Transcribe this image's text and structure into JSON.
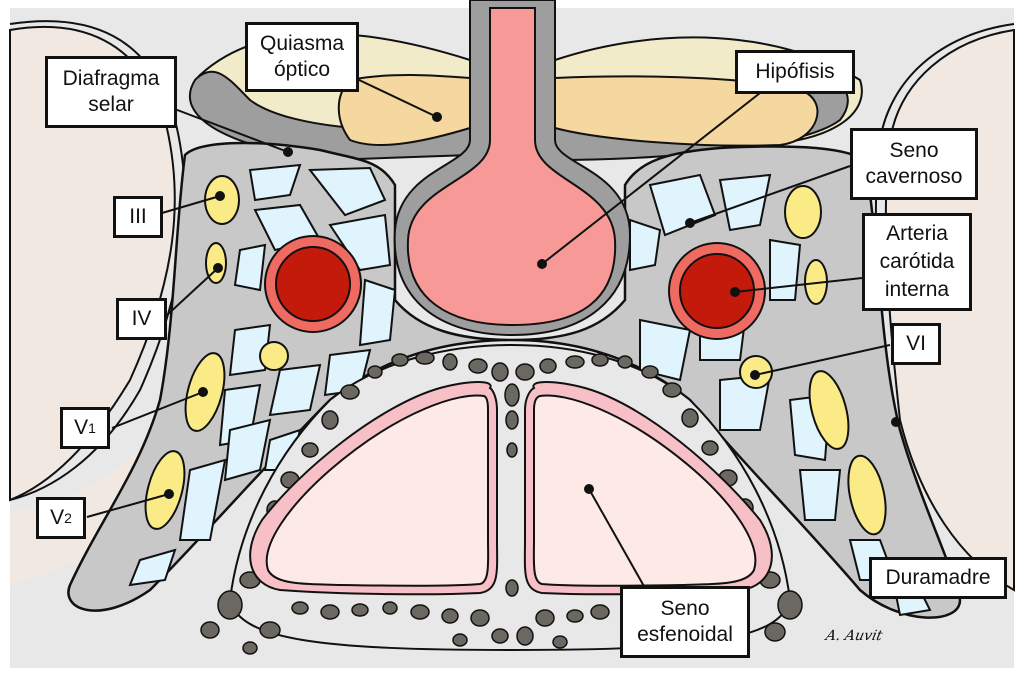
{
  "figure": {
    "title": "Seno cavernoso - corte coronal",
    "labels": {
      "quiasma_optico": "Quiasma\nóptico",
      "diafragma_selar": "Diafragma\nselar",
      "hipofisis": "Hipófisis",
      "seno_cavernoso": "Seno\ncavernoso",
      "arteria_carotida_interna": "Arteria\ncarótida\ninterna",
      "nervio_iii": "III",
      "nervio_iv": "IV",
      "nervio_v1_main": "V",
      "nervio_v1_sub": "1",
      "nervio_v2_main": "V",
      "nervio_v2_sub": "2",
      "nervio_vi": "VI",
      "duramadre": "Duramadre",
      "seno_esfenoidal": "Seno\nesfenoidal"
    },
    "signature": "A. Auvit"
  },
  "colors": {
    "background": "#e8e8e8",
    "brain": "#f2e8e2",
    "dura": "#c8c8c8",
    "dura_dark": "#9e9e9e",
    "venous": "#dff4fc",
    "nerve": "#faeb87",
    "artery_wall": "#ef6a60",
    "artery_lumen": "#c41a0c",
    "pituitary": "#f79a97",
    "chiasm": "#f5d7a0",
    "chiasm_outer": "#f2ebc9",
    "sinus": "#fdeae6",
    "sinus_mucosa": "#f7bfc6",
    "bone": "#6b6861",
    "outline": "#111111"
  }
}
